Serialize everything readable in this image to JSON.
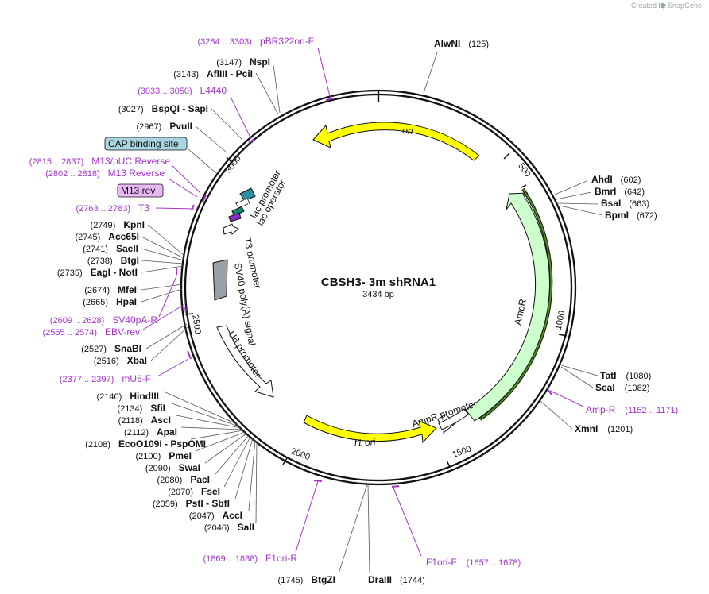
{
  "brand": {
    "created_by": "Created by",
    "name": "SnapGene"
  },
  "plasmid": {
    "name": "CBSH3- 3m shRNA1",
    "length": "3434 bp"
  },
  "ticks": [
    "500",
    "1000",
    "1500",
    "2000",
    "2500",
    "3000"
  ],
  "enzymes": [
    {
      "name": "AlwNI",
      "pos": "(125)"
    },
    {
      "name": "AhdI",
      "pos": "(602)"
    },
    {
      "name": "BmrI",
      "pos": "(642)"
    },
    {
      "name": "BsaI",
      "pos": "(663)"
    },
    {
      "name": "BpmI",
      "pos": "(672)"
    },
    {
      "name": "TatI",
      "pos": "(1080)"
    },
    {
      "name": "ScaI",
      "pos": "(1082)"
    },
    {
      "name": "XmnI",
      "pos": "(1201)"
    },
    {
      "name": "DraIII",
      "pos": "(1744)"
    },
    {
      "name": "BtgZI",
      "pos": "(1745)"
    },
    {
      "name": "SalI",
      "pos": "(2046)"
    },
    {
      "name": "AccI",
      "pos": "(2047)"
    },
    {
      "name": "PstI  -  SbfI",
      "pos": "(2059)"
    },
    {
      "name": "FseI",
      "pos": "(2070)"
    },
    {
      "name": "PacI",
      "pos": "(2080)"
    },
    {
      "name": "SwaI",
      "pos": "(2090)"
    },
    {
      "name": "PmeI",
      "pos": "(2100)"
    },
    {
      "name": "EcoO109I  -  PspOMI",
      "pos": "(2108)"
    },
    {
      "name": "ApaI",
      "pos": "(2112)"
    },
    {
      "name": "AscI",
      "pos": "(2118)"
    },
    {
      "name": "SfiI",
      "pos": "(2134)"
    },
    {
      "name": "HindIII",
      "pos": "(2140)"
    },
    {
      "name": "XbaI",
      "pos": "(2516)"
    },
    {
      "name": "SnaBI",
      "pos": "(2527)"
    },
    {
      "name": "HpaI",
      "pos": "(2665)"
    },
    {
      "name": "MfeI",
      "pos": "(2674)"
    },
    {
      "name": "EagI  -  NotI",
      "pos": "(2735)"
    },
    {
      "name": "BtgI",
      "pos": "(2738)"
    },
    {
      "name": "SacII",
      "pos": "(2741)"
    },
    {
      "name": "Acc65I",
      "pos": "(2745)"
    },
    {
      "name": "KpnI",
      "pos": "(2749)"
    },
    {
      "name": "PvuII",
      "pos": "(2967)"
    },
    {
      "name": "BspQI  -  SapI",
      "pos": "(3027)"
    },
    {
      "name": "AflIII  -  PciI",
      "pos": "(3143)"
    },
    {
      "name": "NspI",
      "pos": "(3147)"
    }
  ],
  "primers": [
    {
      "name": "pBR322ori-F",
      "range": "(3284 .. 3303)"
    },
    {
      "name": "L4440",
      "range": "(3033 .. 3050)"
    },
    {
      "name": "M13/pUC Reverse",
      "range": "(2815 .. 2837)"
    },
    {
      "name": "M13 Reverse",
      "range": "(2802 .. 2818)"
    },
    {
      "name": "M13 rev",
      "range": ""
    },
    {
      "name": "T3",
      "range": "(2763 .. 2783)"
    },
    {
      "name": "SV40pA-R",
      "range": "(2609 .. 2628)"
    },
    {
      "name": "EBV-rev",
      "range": "(2555 .. 2574)"
    },
    {
      "name": "mU6-F",
      "range": "(2377 .. 2397)"
    },
    {
      "name": "Amp-R",
      "range": "(1152 .. 1171)"
    },
    {
      "name": "F1ori-F",
      "range": "(1657 .. 1678)"
    },
    {
      "name": "F1ori-R",
      "range": "(1869 .. 1888)"
    }
  ],
  "boxed_labels": {
    "cap": "CAP binding site"
  },
  "features": {
    "ori": "ori",
    "ampr": "AmpR",
    "ampr_promoter": "AmpR promoter",
    "f1ori": "f1 ori",
    "sv40": "SV40 poly(A) signal",
    "u6": "U6 promoter",
    "t3": "T3 promoter",
    "lac_promoter": "lac promoter",
    "lac_operator": "lac operator"
  },
  "colors": {
    "primer": "#a336c9",
    "ori": "#ffff00",
    "ampr": "#ccffcc",
    "cap_box": "#a9d4e0",
    "m13rev_box": "#e8b8f4",
    "sv40": "#9aa1a6",
    "orf_line": "#4e8a1e"
  }
}
